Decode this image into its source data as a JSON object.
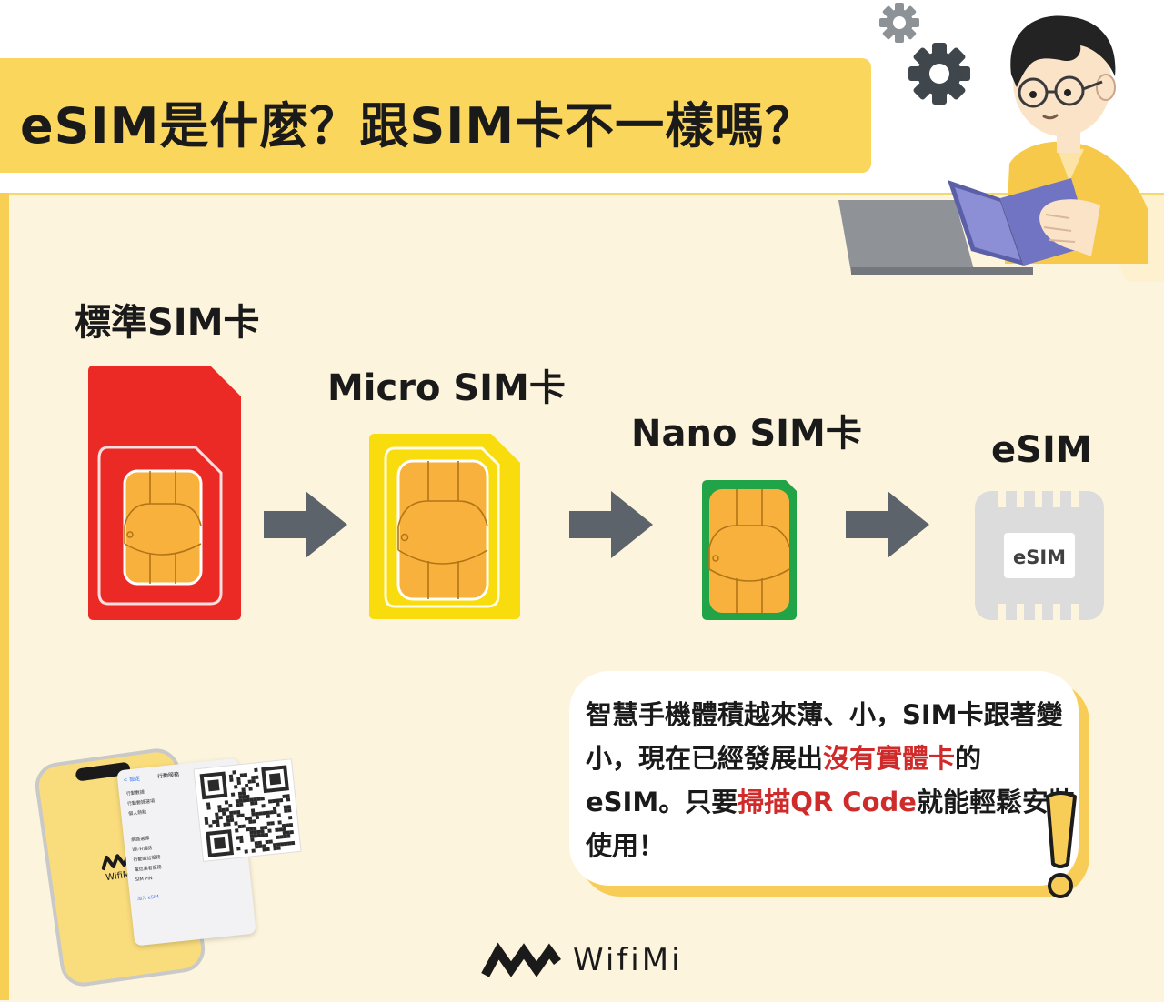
{
  "title": "eSIM是什麼？跟SIM卡不一樣嗎？",
  "cards": [
    {
      "label": "標準SIM卡"
    },
    {
      "label": "Micro SIM卡"
    },
    {
      "label": "Nano SIM卡"
    },
    {
      "label": "eSIM",
      "chip_text": "eSIM"
    }
  ],
  "info": {
    "part1": "智慧手機體積越來薄、小，SIM卡跟著變小，現在已經發展出",
    "highlight1": "沒有實體卡",
    "part2": "的eSIM。只要",
    "highlight2": "掃描QR Code",
    "part3": "就能輕鬆安裝使用！"
  },
  "phone": {
    "logo_text": "WifiMi",
    "screen_title": "行動服務",
    "back_label": "< 設定",
    "menu_items": [
      "行動數據",
      "行動數據選項",
      "個人熱點",
      "網路選擇",
      "Wi-Fi通話",
      "行動電信服務",
      "電信業者服務",
      "SIM PIN"
    ],
    "add_esim_label": "加入 eSIM"
  },
  "brand": {
    "name": "WifiMi"
  },
  "colors": {
    "title_bg": "#fbd65c",
    "panel_bg": "#fcf4dc",
    "standard_sim": "#ec2a25",
    "micro_sim": "#f8dc0e",
    "nano_sim": "#20a447",
    "esim_chip": "#dcdcdc",
    "chip_gold": "#f7b13c",
    "arrow": "#5d636b",
    "highlight": "#cf2b2b"
  },
  "icons": [
    "gear-icon",
    "arrow-right-icon",
    "qr-code-icon",
    "wifimi-logo-icon",
    "exclamation-icon"
  ]
}
